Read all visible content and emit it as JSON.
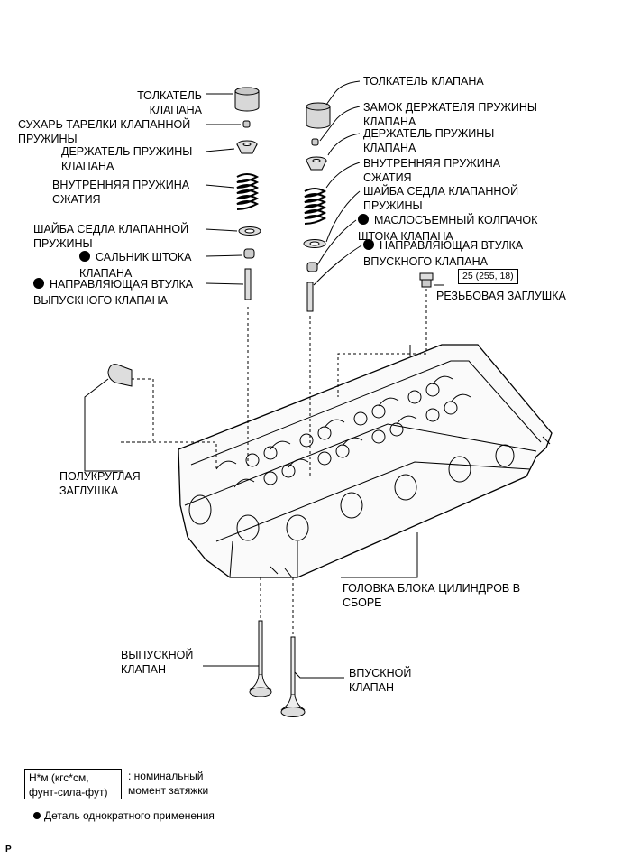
{
  "labels": {
    "lifter_left": "ТОЛКАТЕЛЬ\nКЛАПАНА",
    "keeper_left": "СУХАРЬ ТАРЕЛКИ КЛАПАННОЙ\nПРУЖИНЫ",
    "retainer_left": "ДЕРЖАТЕЛЬ ПРУЖИНЫ\nКЛАПАНА",
    "spring_left": "ВНУТРЕННЯЯ ПРУЖИНА\nСЖАТИЯ",
    "seat_left": "ШАЙБА СЕДЛА КЛАПАННОЙ\nПРУЖИНЫ",
    "stem_seal_left": "САЛЬНИК ШТОКА\nКЛАПАНА",
    "guide_left": "НАПРАВЛЯЮЩАЯ ВТУЛКА\nВЫПУСКНОГО КЛАПАНА",
    "lifter_right": "ТОЛКАТЕЛЬ КЛАПАНА",
    "keeper_right": "ЗАМОК ДЕРЖАТЕЛЯ ПРУЖИНЫ\nКЛАПАНА",
    "retainer_right": "ДЕРЖАТЕЛЬ ПРУЖИНЫ\nКЛАПАНА",
    "spring_right": "ВНУТРЕННЯЯ ПРУЖИНА\nСЖАТИЯ",
    "seat_right": "ШАЙБА СЕДЛА КЛАПАННОЙ\nПРУЖИНЫ",
    "oil_seal_right": "МАСЛОСЪЕМНЫЙ КОЛПАЧОК\nШТОКА КЛАПАНА",
    "guide_right": "НАПРАВЛЯЮЩАЯ ВТУЛКА\nВПУСКНОГО КЛАПАНА",
    "plug": "РЕЗЬБОВАЯ ЗАГЛУШКА",
    "half_plug": "ПОЛУКРУГЛАЯ\nЗАГЛУШКА",
    "head": "ГОЛОВКА БЛОКА ЦИЛИНДРОВ В\nСБОРЕ",
    "exhaust_valve": "ВЫПУСКНОЙ\nКЛАПАН",
    "intake_valve": "ВПУСКНОЙ\nКЛАПАН"
  },
  "torque": "25 (255, 18)",
  "legend": {
    "unit_box": "Н*м (кгс*см,\nфунт-сила-фут)",
    "unit_desc": ": номинальный\nмомент затяжки",
    "one_time": "Деталь однократного применения"
  },
  "corner_mark": "P"
}
